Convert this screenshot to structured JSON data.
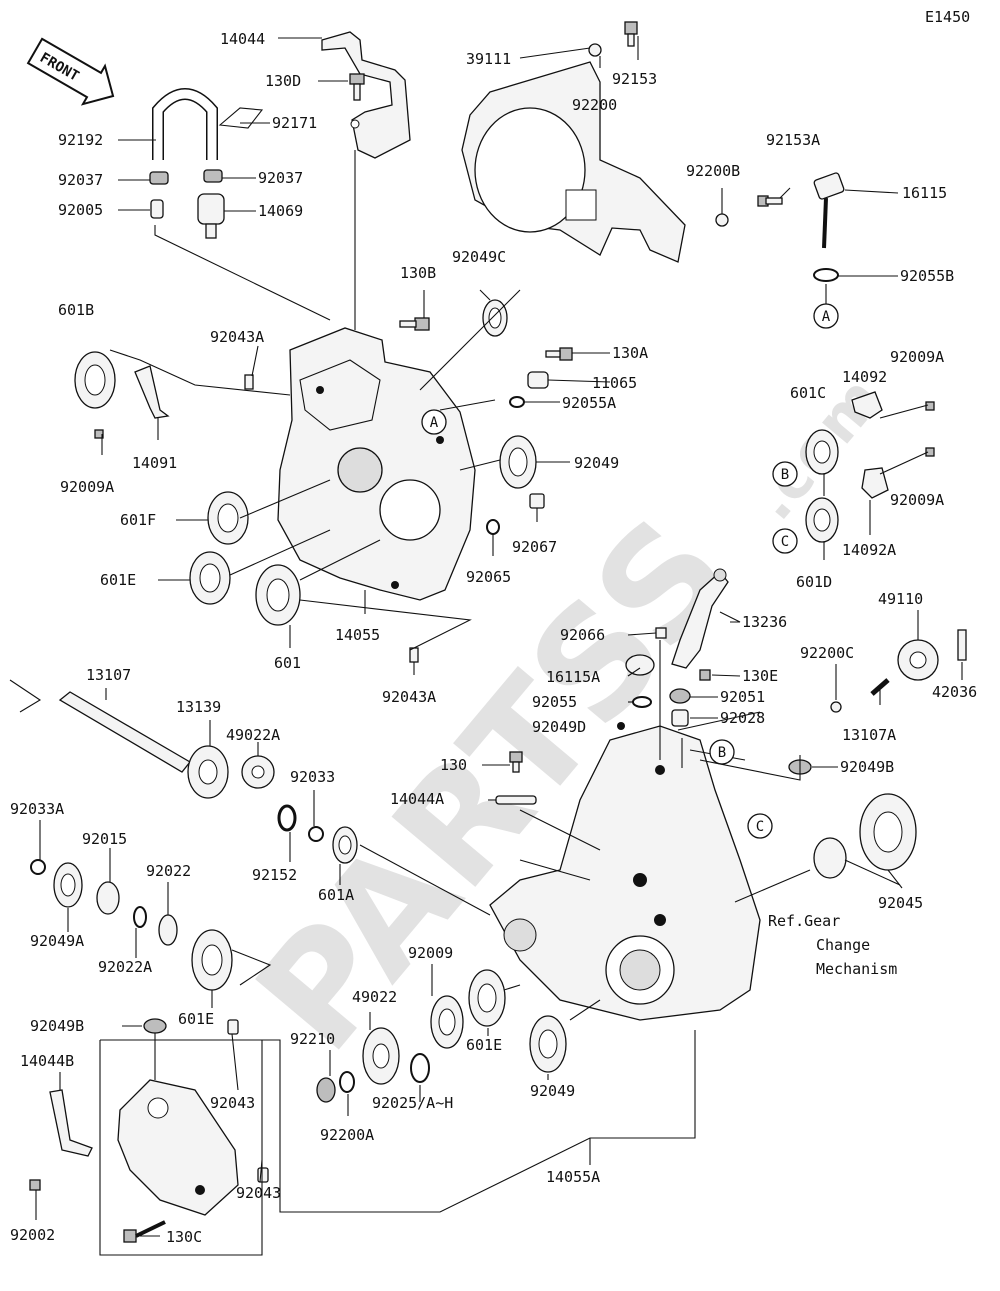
{
  "diagram_code": "E1450",
  "front_arrow_text": "FRONT",
  "watermark": {
    "main": "PARTSS",
    "suffix": ".com"
  },
  "ref_note": [
    "Ref.Gear",
    "Change",
    "Mechanism"
  ],
  "callouts": [
    "A",
    "A",
    "B",
    "B",
    "C",
    "C"
  ],
  "labels": {
    "p14044": "14044",
    "p130D": "130D",
    "p92192": "92192",
    "p92171": "92171",
    "p92037a": "92037",
    "p92037b": "92037",
    "p92005": "92005",
    "p14069": "14069",
    "p39111": "39111",
    "p92200": "92200",
    "p92153": "92153",
    "p92153A": "92153A",
    "p92200B": "92200B",
    "p16115": "16115",
    "p92055B": "92055B",
    "p130B": "130B",
    "p92049C": "92049C",
    "p601B": "601B",
    "p92043A_top": "92043A",
    "p130A": "130A",
    "p11065": "11065",
    "p92055A": "92055A",
    "p92049": "92049",
    "p92009A_left": "92009A",
    "p14091": "14091",
    "p601F": "601F",
    "p601E_mid": "601E",
    "p601": "601",
    "p14055": "14055",
    "p92065": "92065",
    "p92067": "92067",
    "p92043A_mid": "92043A",
    "p92009A_r1": "92009A",
    "p14092": "14092",
    "p601C": "601C",
    "p92009A_r2": "92009A",
    "p14092A": "14092A",
    "p601D": "601D",
    "p49110": "49110",
    "p42036": "42036",
    "p13236": "13236",
    "p92066": "92066",
    "p16115A": "16115A",
    "p130E": "130E",
    "p92055": "92055",
    "p92051": "92051",
    "p92049D": "92049D",
    "p92028": "92028",
    "p92200C": "92200C",
    "p13107A": "13107A",
    "p130": "130",
    "p14044A": "14044A",
    "p92049B_r": "92049B",
    "p13107": "13107",
    "p13139": "13139",
    "p49022A": "49022A",
    "p92033": "92033",
    "p92152": "92152",
    "p92033A": "92033A",
    "p92015": "92015",
    "p92022": "92022",
    "p92049A": "92049A",
    "p92022A": "92022A",
    "p601A": "601A",
    "p601E_low": "601E",
    "p92009": "92009",
    "p49022": "49022",
    "p601E_bot": "601E",
    "p92049_bot": "92049",
    "p92045": "92045",
    "p92049B_l": "92049B",
    "p14044B": "14044B",
    "p92043a": "92043",
    "p92043b": "92043",
    "p92210": "92210",
    "p92200A": "92200A",
    "p92025": "92025/A~H",
    "p14055A": "14055A",
    "p92002": "92002",
    "p130C": "130C"
  }
}
